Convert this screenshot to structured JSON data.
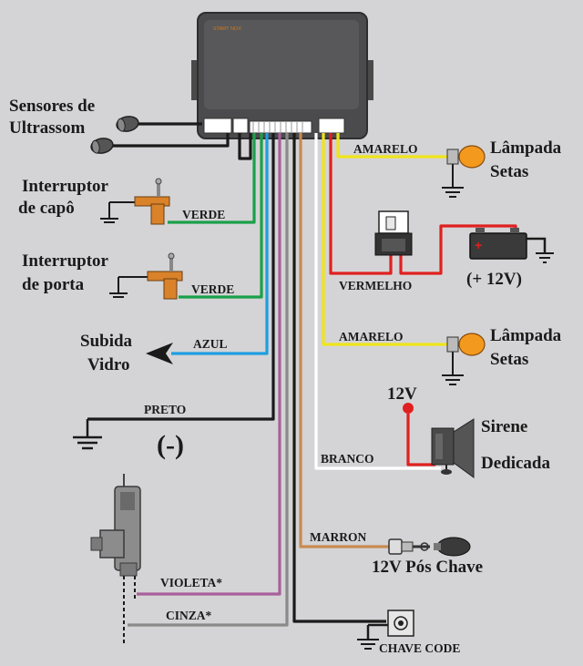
{
  "module": {
    "brand": "START NOX"
  },
  "labels": {
    "sensors_l1": "Sensores de",
    "sensors_l2": "Ultrassom",
    "hood_l1": "Interruptor",
    "hood_l2": "de capô",
    "door_l1": "Interruptor",
    "door_l2": "de porta",
    "window_l1": "Subida",
    "window_l2": "Vidro",
    "minus": "(-)",
    "lamp1_l1": "Lâmpada",
    "lamp1_l2": "Setas",
    "lamp2_l1": "Lâmpada",
    "lamp2_l2": "Setas",
    "battery": "(+ 12V)",
    "v12": "12V",
    "siren_l1": "Sirene",
    "siren_l2": "Dedicada",
    "ignition": "12V Pós Chave",
    "code_key": "CHAVE CODE"
  },
  "wires": {
    "verde1": "VERDE",
    "verde2": "VERDE",
    "azul": "AZUL",
    "preto": "PRETO",
    "amarelo1": "AMARELO",
    "vermelho": "VERMELHO",
    "amarelo2": "AMARELO",
    "branco": "BRANCO",
    "marron": "MARRON",
    "violeta": "VIOLETA*",
    "cinza": "CINZA*"
  },
  "colors": {
    "green": "#1aa04a",
    "blue": "#1e9ee0",
    "black": "#1a1a1a",
    "yellow": "#f0e41a",
    "red": "#e02020",
    "white": "#ffffff",
    "brown": "#c98a52",
    "violet": "#a8609a",
    "gray": "#8a8a8a",
    "lamp": "#f39a1e",
    "switch": "#d9822a"
  }
}
